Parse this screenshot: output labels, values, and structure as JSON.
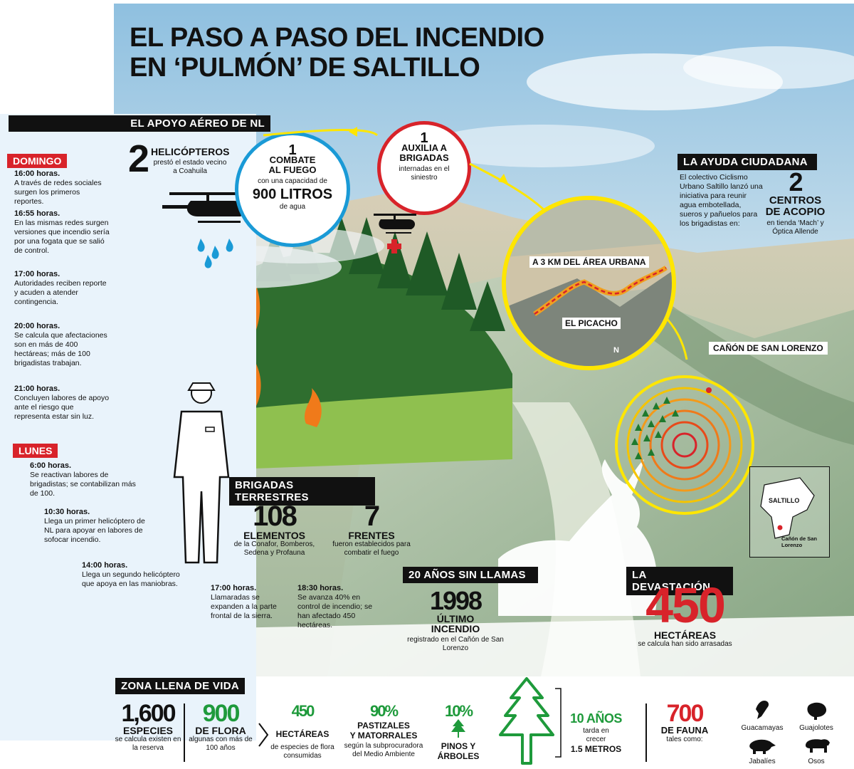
{
  "title": {
    "line1": "EL PASO A PASO DEL INCENDIO",
    "line2": "EN ‘PULMÓN’ DE SALTILLO"
  },
  "aerial": {
    "header": "EL APOYO AÉREO DE NL",
    "helicopters_num": "2",
    "helicopters_label": "HELICÓPTEROS",
    "helicopters_note": "prestó el estado vecino a Coahuila",
    "combat": {
      "num": "1",
      "title1": "COMBATE",
      "title2": "AL FUEGO",
      "note": "con una capacidad de",
      "capacity": "900 LITROS",
      "unit": "de agua"
    },
    "assist": {
      "num": "1",
      "title1": "AUXILIA A",
      "title2": "BRIGADAS",
      "note": "internadas en el siniestro"
    }
  },
  "timeline": {
    "domingo_label": "DOMINGO",
    "domingo": [
      {
        "time": "16:00 horas.",
        "text": "A través de redes sociales surgen los primeros reportes."
      },
      {
        "time": "16:55 horas.",
        "text": "En las mismas redes surgen versiones que incendio sería por una fogata que se salió de control."
      },
      {
        "time": "17:00 horas.",
        "text": "Autoridades reciben reporte y acuden a atender contingencia."
      },
      {
        "time": "20:00 horas.",
        "text": "Se calcula que afectaciones son en más de 400 hectáreas; más de 100 brigadistas trabajan."
      },
      {
        "time": "21:00 horas.",
        "text": "Concluyen labores de apoyo ante el riesgo que representa estar sin luz."
      }
    ],
    "lunes_label": "LUNES",
    "lunes": [
      {
        "time": "6:00 horas.",
        "text": "Se reactivan labores de brigadistas; se contabilizan más de 100."
      },
      {
        "time": "10:30 horas.",
        "text": "Llega un primer helicóptero de NL para apoyar en labores de sofocar incendio."
      },
      {
        "time": "14:00 horas.",
        "text": "Llega un segundo helicóptero que apoya en las maniobras."
      },
      {
        "time": "17:00 horas.",
        "text": "Llamaradas se expanden a la parte frontal de la sierra."
      },
      {
        "time": "18:30 horas.",
        "text": "Se avanza 40% en control de incendio; se han afectado 450 hectáreas."
      }
    ]
  },
  "ciudadana": {
    "header": "LA AYUDA CIUDADANA",
    "text": "El colectivo Ciclismo Urbano Saltillo lanzó una iniciativa para reunir agua embotellada, sueros y pañuelos para los brigadistas en:",
    "num": "2",
    "label1": "CENTROS",
    "label2": "DE ACOPIO",
    "note": "en tienda ‘Mach’ y Óptica Allende"
  },
  "map": {
    "label_urbana": "A 3 KM DEL ÁREA URBANA",
    "label_picacho": "EL PICACHO",
    "north": "N",
    "canyon": "CAÑÓN DE SAN LORENZO",
    "inset_city": "SALTILLO",
    "inset_place": "Cañón de San Lorenzo"
  },
  "brigadas": {
    "header": "BRIGADAS TERRESTRES",
    "elementos_num": "108",
    "elementos_label": "ELEMENTOS",
    "elementos_note": "de la Conafor, Bomberos, Sedena y Profauna",
    "frentes_num": "7",
    "frentes_label": "FRENTES",
    "frentes_note": "fueron establecidos para combatir el fuego"
  },
  "sin_llamas": {
    "header": "20 AÑOS SIN LLAMAS",
    "year": "1998",
    "label1": "ÚLTIMO",
    "label2": "INCENDIO",
    "note": "registrado en el Cañón de San Lorenzo"
  },
  "devastacion": {
    "header": "LA DEVASTACIÓN",
    "num": "450",
    "label": "HECTÁREAS",
    "note": "se calcula han sido arrasadas"
  },
  "zona": {
    "header": "ZONA LLENA DE VIDA",
    "especies_num": "1,600",
    "especies_label": "ESPECIES",
    "especies_note": "se calcula existen en la reserva",
    "flora_num": "900",
    "flora_label": "DE FLORA",
    "flora_note": "algunas con más de 100 años",
    "hect_num": "450",
    "hect_label": "HECTÁREAS",
    "hect_note": "de especies de flora consumidas",
    "past_num": "90%",
    "past_label1": "PASTIZALES",
    "past_label2": "Y MATORRALES",
    "past_note": "según la subprocuradora del Medio Ambiente",
    "pinos_num": "10%",
    "pinos_label1": "PINOS Y",
    "pinos_label2": "ÁRBOLES",
    "years_num": "10 AÑOS",
    "years_note": "tarda en crecer",
    "years_value": "1.5 METROS",
    "fauna_num": "700",
    "fauna_label": "DE FAUNA",
    "fauna_note": "tales como:",
    "animals": [
      "Guacamayas",
      "Guajolotes",
      "Jabalíes",
      "Osos"
    ]
  },
  "colors": {
    "red": "#d8232a",
    "green": "#1e9a3b",
    "blue": "#1a9ad6",
    "yellow": "#ffe600"
  }
}
